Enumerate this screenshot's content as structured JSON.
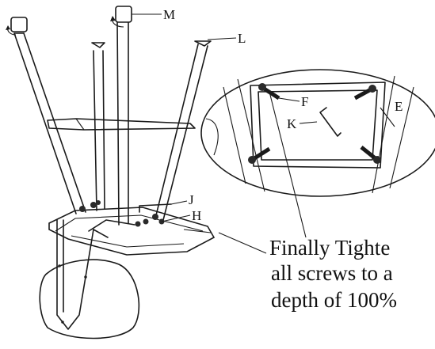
{
  "labels": {
    "m": "M",
    "l": "L",
    "f": "F",
    "k": "K",
    "e": "E",
    "j": "J",
    "h": "H"
  },
  "note": {
    "line1": "Finally Tighte",
    "line2": "all screws to a",
    "line3": "depth of 100%"
  },
  "colors": {
    "ink": "#1a1a1a",
    "background": "#ffffff"
  },
  "icons": [
    "rotate-arrow-icon",
    "screw-icon",
    "allen-key-icon",
    "foot-cap-icon"
  ]
}
